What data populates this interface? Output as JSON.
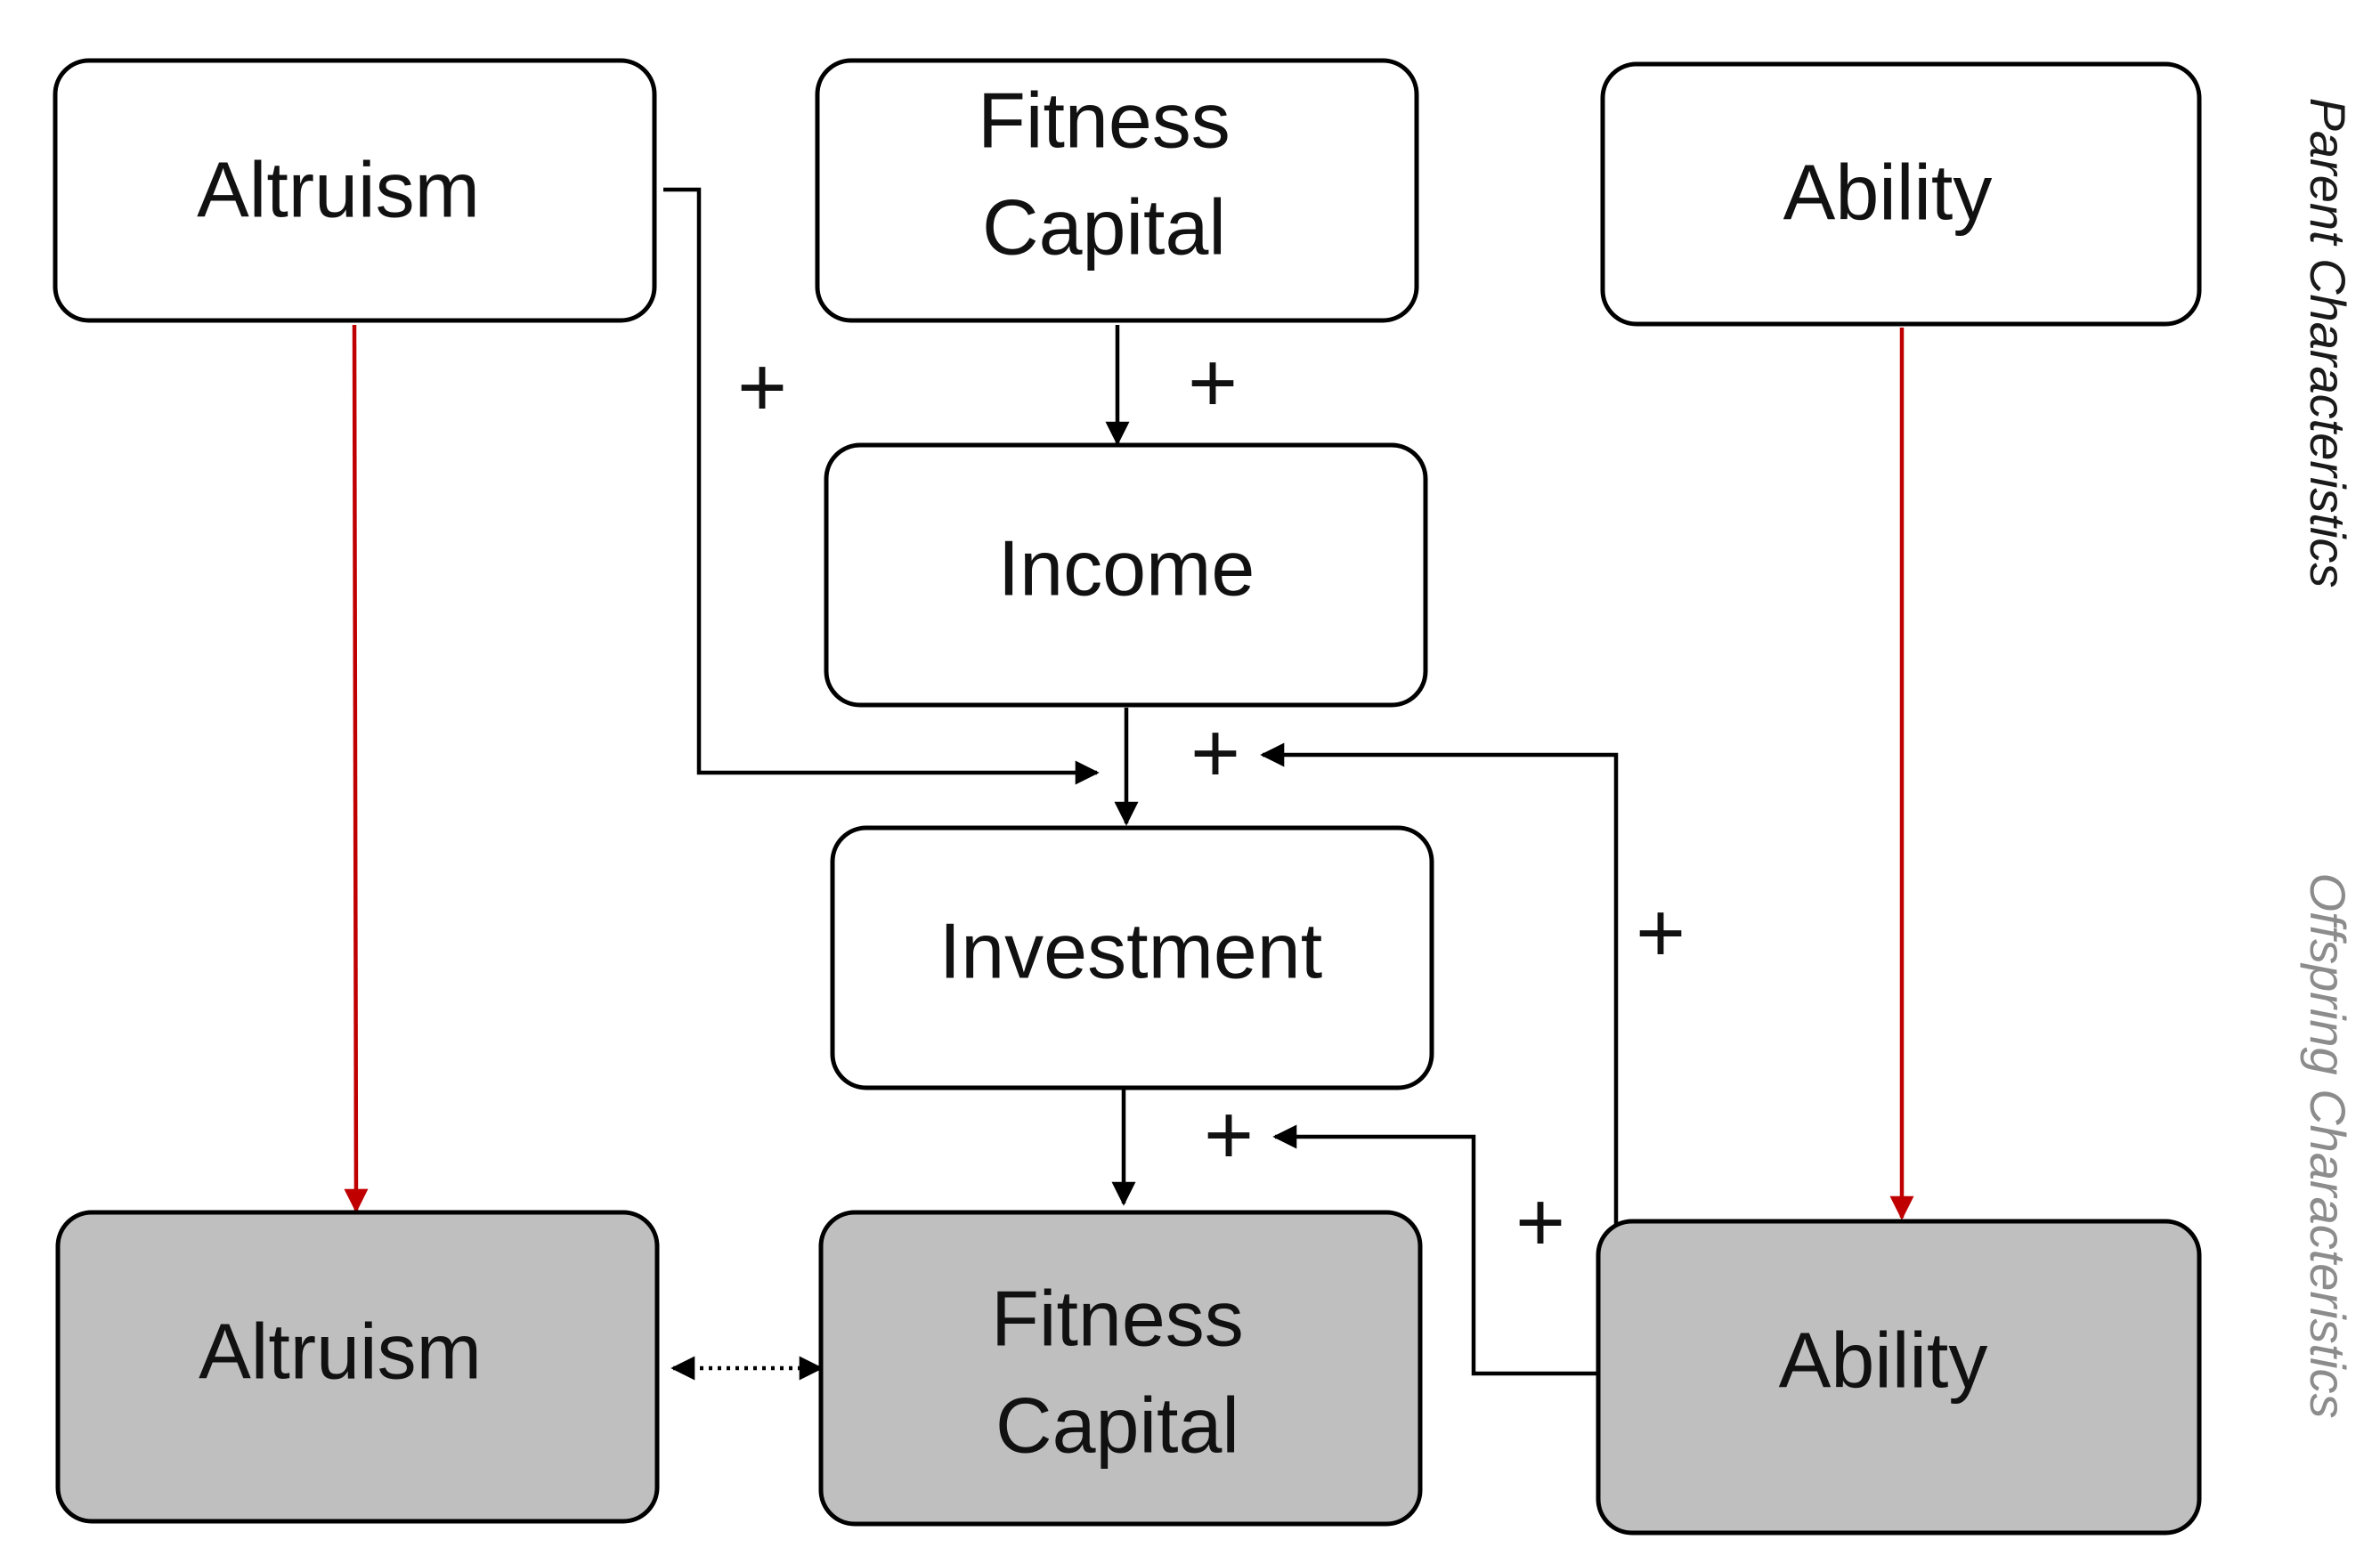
{
  "colors": {
    "parent_fill": "#ffffff",
    "offspring_fill": "#bfbfbf",
    "edge_black": "#000000",
    "edge_red": "#c00000",
    "side_parent": "#1a1a1a",
    "side_offspring": "#8c8c8c"
  },
  "side_labels": {
    "parent": "Parent Characteristics",
    "offspring": "Offspring Characteristics"
  },
  "nodes": {
    "parent_altruism": {
      "lines": [
        "Altruism"
      ]
    },
    "parent_fitness_capital": {
      "lines": [
        "Fitness",
        "Capital"
      ]
    },
    "parent_ability": {
      "lines": [
        "Ability"
      ]
    },
    "income": {
      "lines": [
        "Income"
      ]
    },
    "investment": {
      "lines": [
        "Investment"
      ]
    },
    "offspring_altruism": {
      "lines": [
        "Altruism"
      ]
    },
    "offspring_fitness_capital": {
      "lines": [
        "Fitness",
        "Capital"
      ]
    },
    "offspring_ability": {
      "lines": [
        "Ability"
      ]
    }
  },
  "edge_signs": {
    "altruism_to_investment": "+",
    "fitness_to_income": "+",
    "income_to_investment": "+",
    "ability_to_investment": "+",
    "investment_to_fitness": "+",
    "ability_to_fitness": "+"
  }
}
